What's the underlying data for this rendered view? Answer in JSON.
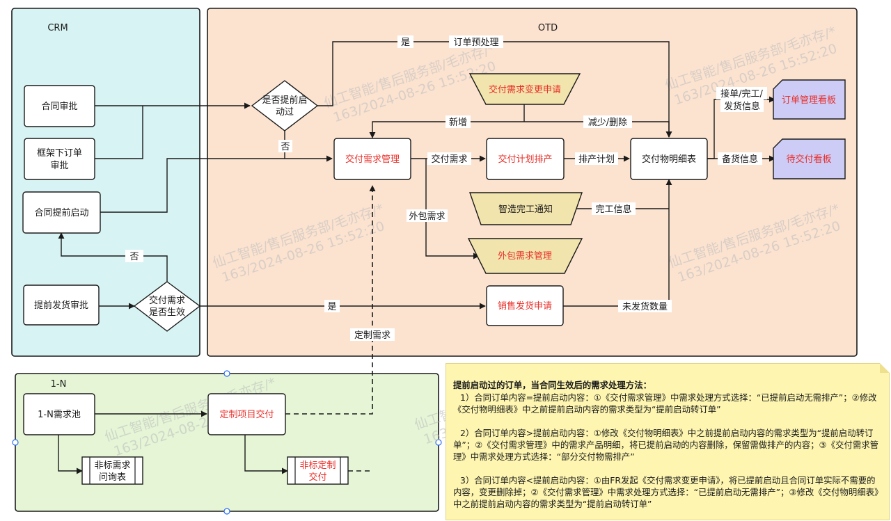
{
  "colors": {
    "crm_bg": "#d8f3f3",
    "otd_bg": "#fce3d0",
    "onen_bg": "#e5f5d6",
    "trapezoid_fill": "#f2e4ad",
    "board_fill": "#ccccf7",
    "note_fill": "#fdf5b0",
    "red_text": "#e8302a"
  },
  "lanes": {
    "crm": "CRM",
    "otd": "OTD",
    "onen": "1-N"
  },
  "nodes": {
    "contract_approval": "合同审批",
    "framework_order_l1": "框架下订单",
    "framework_order_l2": "审批",
    "contract_early_start": "合同提前启动",
    "early_delivery_approval": "提前发货审批",
    "early_started_l1": "是否提前启",
    "early_started_l2": "动过",
    "demand_effective_l1": "交付需求",
    "demand_effective_l2": "是否生效",
    "delivery_demand_mgmt": "交付需求管理",
    "delivery_plan_schedule": "交付计划排产",
    "delivery_detail_table": "交付物明细表",
    "demand_change_request": "交付需求变更申请",
    "mfg_completion_notice": "智造完工通知",
    "outsource_demand_mgmt": "外包需求管理",
    "sales_shipment_request": "销售发货申请",
    "order_mgmt_board": "订单管理看板",
    "pending_delivery_board": "待交付看板",
    "demand_pool": "1-N需求池",
    "custom_project_delivery": "定制项目交付",
    "nonstd_inquiry_l1": "非标需求",
    "nonstd_inquiry_l2": "问询表",
    "nonstd_custom_l1": "非标定制",
    "nonstd_custom_l2": "交付"
  },
  "edge_labels": {
    "yes_top": "是",
    "order_preprocess": "订单预处理",
    "no_early": "否",
    "add_new": "新增",
    "reduce_delete": "减少/删除",
    "delivery_demand": "交付需求",
    "schedule_plan": "排产计划",
    "outsource_demand": "外包需求",
    "completion_info": "完工信息",
    "receipt_l1": "接单/完工/",
    "receipt_l2": "发货信息",
    "stock_info": "备货信息",
    "no_effective": "否",
    "yes_effective": "是",
    "unshipped_qty": "未发货数量",
    "custom_demand": "定制需求"
  },
  "watermark": {
    "line1": "仙工智能/售后服务部/毛亦存/*",
    "line2": "163/2024-08-26 15:52:20"
  },
  "note": {
    "title": "提前启动过的订单，当合同生效后的需求处理方法：",
    "p1": "1）合同订单内容=提前启动内容：①《交付需求管理》中需求处理方式选择：“已提前启动无需排产”；②修改《交付物明细表》中之前提前启动内容的需求类型为“提前启动转订单”",
    "p2": "2）合同订单内容>提前启动内容：①修改《交付物明细表》中之前提前启动内容的需求类型为“提前启动转订单”；②《交付需求管理》中的需求产品明细，将已提前启动的内容删除，保留需做排产的内容；③《交付需求管理》中需求处理方式选择：“部分交付物需排产”",
    "p3": "3）合同订单内容<提前启动内容：①由FR发起《交付需求变更申请》，将已提前启动且合同订单实际不需要的内容，变更删除掉；②《交付需求管理》中需求处理方式选择：“已提前启动无需排产”；③修改《交付物明细表》中之前提前启动内容的需求类型为“提前启动转订单”"
  }
}
